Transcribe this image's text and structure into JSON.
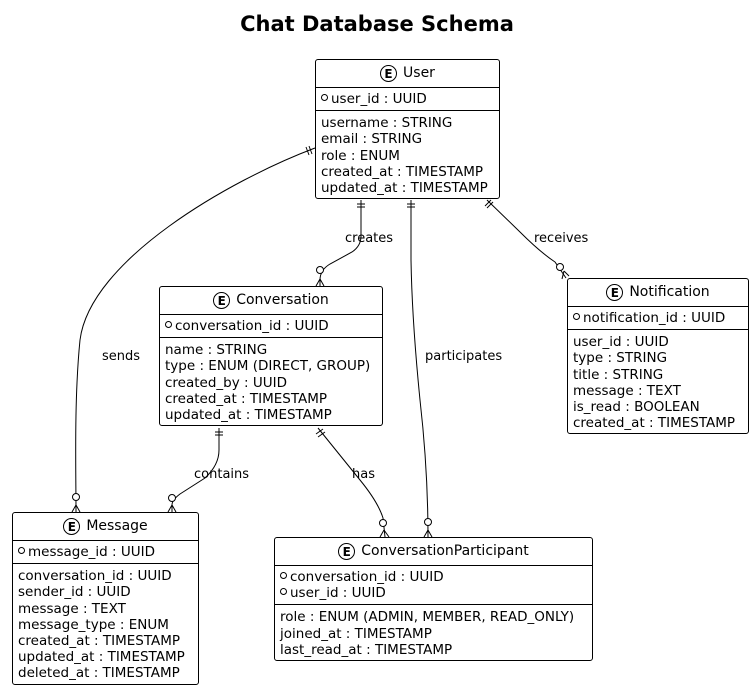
{
  "title": "Chat Database Schema",
  "entities": {
    "user": {
      "badge": "E",
      "name": "User",
      "keys": [
        "user_id : UUID"
      ],
      "attributes": [
        "username : STRING",
        "email : STRING",
        "role : ENUM",
        "created_at : TIMESTAMP",
        "updated_at : TIMESTAMP"
      ]
    },
    "conversation": {
      "badge": "E",
      "name": "Conversation",
      "keys": [
        "conversation_id : UUID"
      ],
      "attributes": [
        "name : STRING",
        "type : ENUM (DIRECT, GROUP)",
        "created_by : UUID",
        "created_at : TIMESTAMP",
        "updated_at : TIMESTAMP"
      ]
    },
    "notification": {
      "badge": "E",
      "name": "Notification",
      "keys": [
        "notification_id : UUID"
      ],
      "attributes": [
        "user_id : UUID",
        "type : STRING",
        "title : STRING",
        "message : TEXT",
        "is_read : BOOLEAN",
        "created_at : TIMESTAMP"
      ]
    },
    "message": {
      "badge": "E",
      "name": "Message",
      "keys": [
        "message_id : UUID"
      ],
      "attributes": [
        "conversation_id : UUID",
        "sender_id : UUID",
        "message : TEXT",
        "message_type : ENUM",
        "created_at : TIMESTAMP",
        "updated_at : TIMESTAMP",
        "deleted_at : TIMESTAMP"
      ]
    },
    "conversation_participant": {
      "badge": "E",
      "name": "ConversationParticipant",
      "keys": [
        "conversation_id : UUID",
        "user_id : UUID"
      ],
      "attributes": [
        "role : ENUM (ADMIN, MEMBER, READ_ONLY)",
        "joined_at : TIMESTAMP",
        "last_read_at : TIMESTAMP"
      ]
    }
  },
  "relationships": [
    {
      "id": "creates",
      "label": "creates",
      "from": "User",
      "to": "Conversation"
    },
    {
      "id": "receives",
      "label": "receives",
      "from": "User",
      "to": "Notification"
    },
    {
      "id": "sends",
      "label": "sends",
      "from": "User",
      "to": "Message"
    },
    {
      "id": "participates",
      "label": "participates",
      "from": "User",
      "to": "ConversationParticipant"
    },
    {
      "id": "contains",
      "label": "contains",
      "from": "Conversation",
      "to": "Message"
    },
    {
      "id": "has",
      "label": "has",
      "from": "Conversation",
      "to": "ConversationParticipant"
    }
  ]
}
